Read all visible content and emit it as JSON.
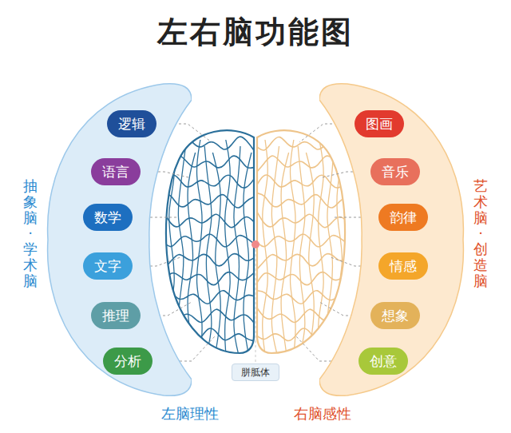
{
  "diagram": {
    "title": "左右脑功能图",
    "nodes": [
      {
        "text": [
          "抽象脑·学术脑"
        ]
      },
      {
        "text": [
          "逻辑"
        ],
        "in": 0
      },
      {
        "text": [
          "语言"
        ],
        "in": 0
      },
      {
        "text": [
          "数学"
        ],
        "in": 0
      },
      {
        "text": [
          "文字"
        ],
        "in": 0
      },
      {
        "text": [
          "推理"
        ],
        "in": 0
      },
      {
        "text": [
          "分析"
        ],
        "in": 0
      },
      {
        "text": [
          "艺术脑·创造脑"
        ]
      },
      {
        "text": [
          "图画"
        ],
        "in": 7
      },
      {
        "text": [
          "音乐"
        ],
        "in": 7
      },
      {
        "text": [
          "韵律"
        ],
        "in": 7
      },
      {
        "text": [
          "情感"
        ],
        "in": 7
      },
      {
        "text": [
          "想象"
        ],
        "in": 7
      },
      {
        "text": [
          "创意"
        ],
        "in": 7
      },
      {
        "text": [
          "胼胝体"
        ]
      }
    ],
    "labels": [
      "左脑理性",
      "右脑感性"
    ]
  }
}
